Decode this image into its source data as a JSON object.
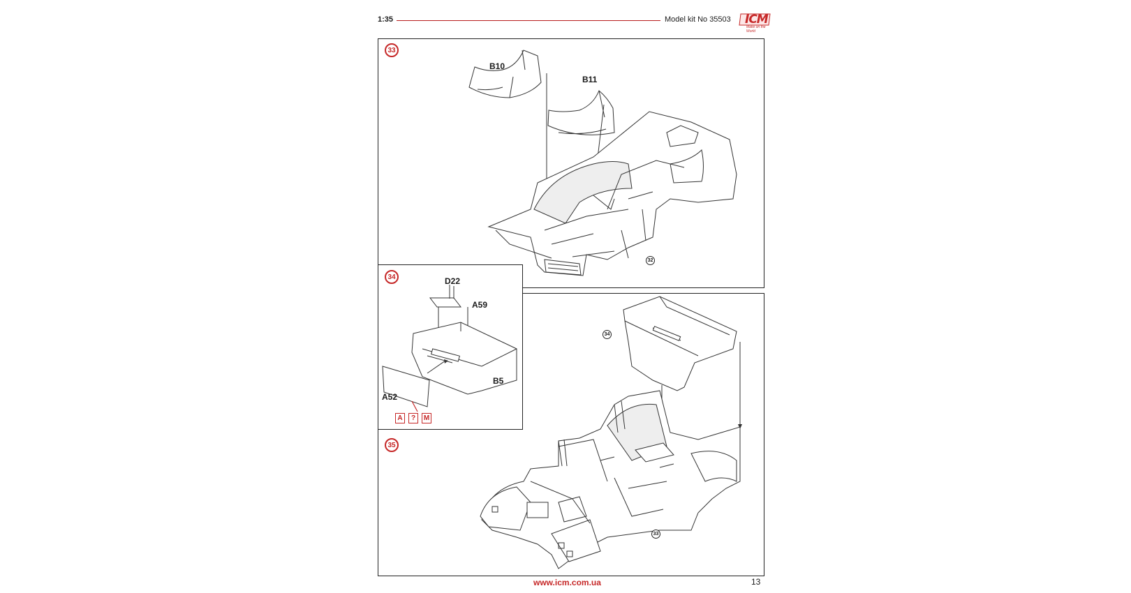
{
  "header": {
    "scale": "1:35",
    "kit_number": "Model kit No 35503",
    "logo_text": "ICM",
    "logo_tagline": "Make on the World"
  },
  "steps": [
    {
      "number": "33",
      "parts": [
        "B10",
        "B11"
      ],
      "reference": "32"
    },
    {
      "number": "34",
      "parts": [
        "D22",
        "A59",
        "B5",
        "A52"
      ],
      "paint_codes": [
        "A",
        "?",
        "M"
      ]
    },
    {
      "number": "35",
      "references": [
        "34",
        "33"
      ]
    }
  ],
  "footer": {
    "url": "www.icm.com.ua",
    "page_number": "13"
  },
  "colors": {
    "accent": "#c62828",
    "line": "#222222"
  }
}
